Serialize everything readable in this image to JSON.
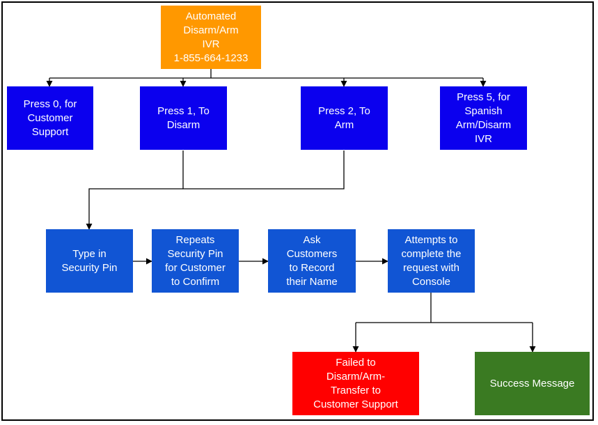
{
  "colors": {
    "root": "#ff9800",
    "options": "#0b00ee",
    "steps": "#1155d4",
    "failure": "#ff0000",
    "success": "#3a7a22"
  },
  "root": {
    "text": "Automated\nDisarm/Arm\nIVR\n1-855-664-1233"
  },
  "options": [
    {
      "text": "Press 0, for\nCustomer\nSupport"
    },
    {
      "text": "Press 1, To\nDisarm"
    },
    {
      "text": "Press 2, To\nArm"
    },
    {
      "text": "Press 5, for\nSpanish\nArm/Disarm\nIVR"
    }
  ],
  "steps": [
    {
      "text": "Type in\nSecurity Pin"
    },
    {
      "text": "Repeats\nSecurity Pin\nfor Customer\nto Confirm"
    },
    {
      "text": "Ask\nCustomers\nto Record\ntheir Name"
    },
    {
      "text": "Attempts to\ncomplete the\nrequest with\nConsole"
    }
  ],
  "outcomes": {
    "failure": "Failed to\nDisarm/Arm-\nTransfer to\nCustomer Support",
    "success": "Success Message"
  }
}
